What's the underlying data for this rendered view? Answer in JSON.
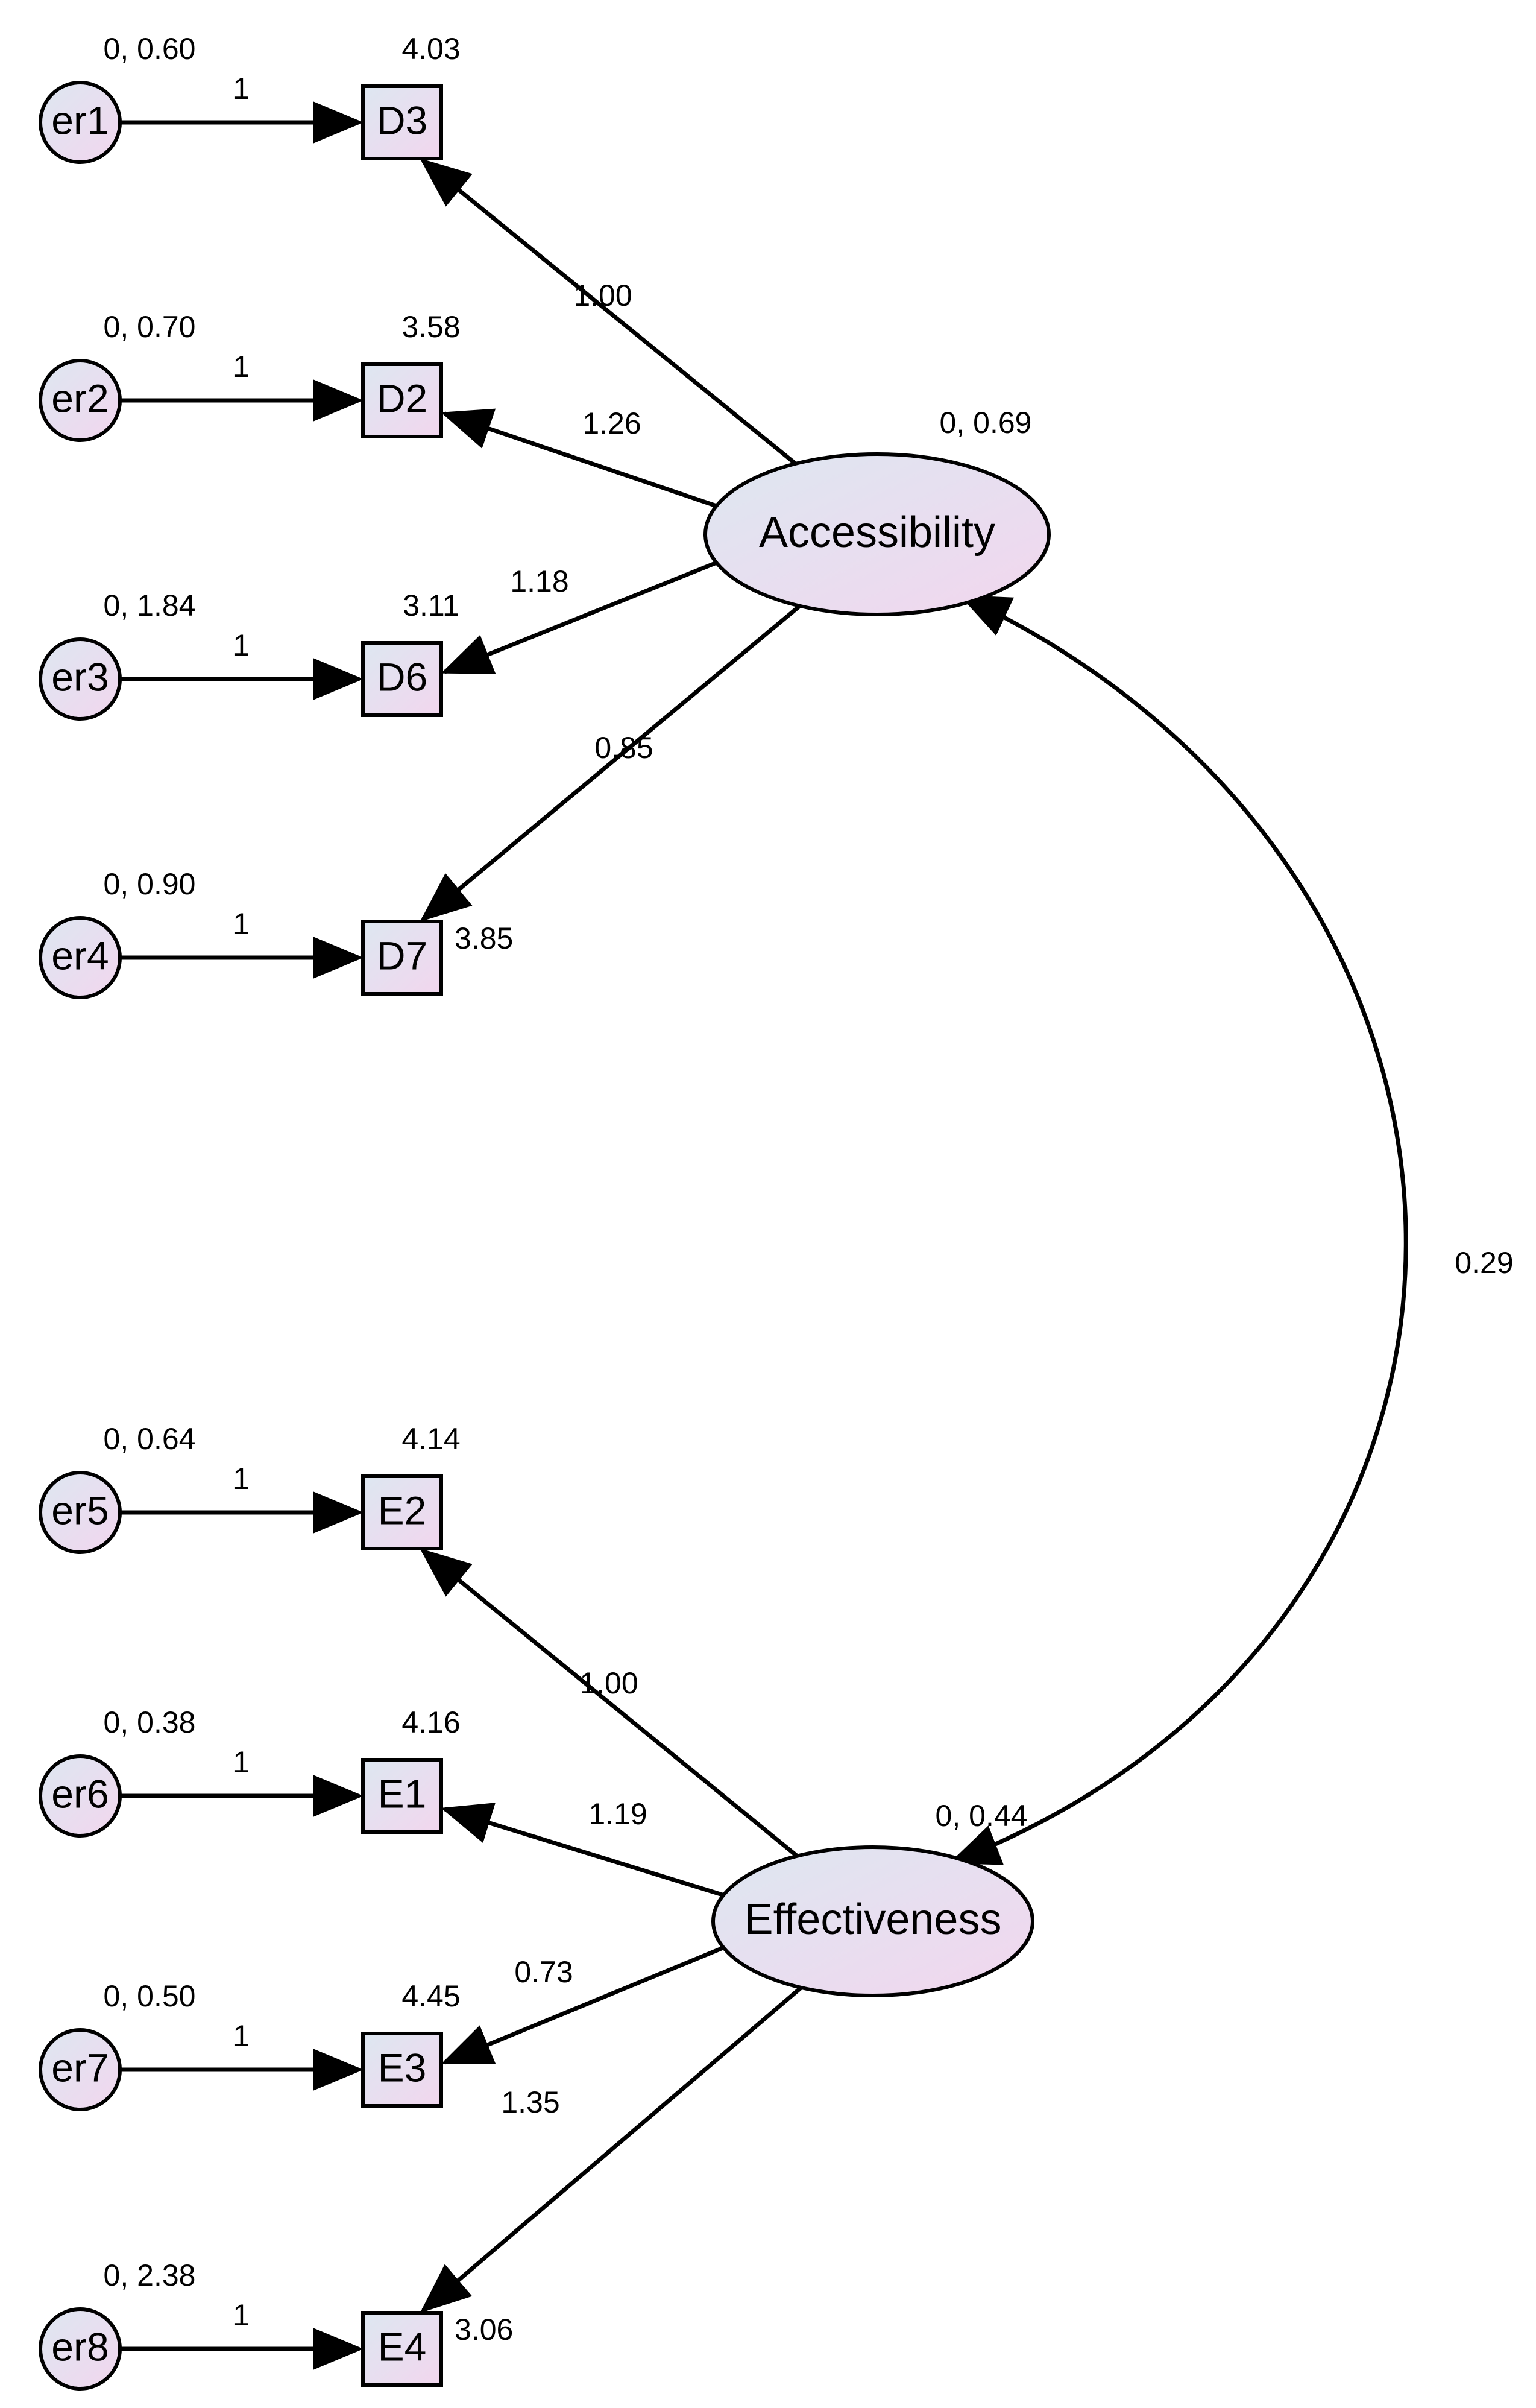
{
  "diagram": {
    "latents": [
      {
        "id": "acc",
        "label": "Accessibility",
        "variance_label": "0, 0.69"
      },
      {
        "id": "eff",
        "label": "Effectiveness",
        "variance_label": "0, 0.44"
      }
    ],
    "indicators": [
      {
        "id": "D3",
        "label": "D3",
        "intercept": "4.03",
        "latent": "acc",
        "loading": "1.00"
      },
      {
        "id": "D2",
        "label": "D2",
        "intercept": "3.58",
        "latent": "acc",
        "loading": "1.26"
      },
      {
        "id": "D6",
        "label": "D6",
        "intercept": "3.11",
        "latent": "acc",
        "loading": "1.18"
      },
      {
        "id": "D7",
        "label": "D7",
        "intercept": "3.85",
        "latent": "acc",
        "loading": "0.85"
      },
      {
        "id": "E2",
        "label": "E2",
        "intercept": "4.14",
        "latent": "eff",
        "loading": "1.00"
      },
      {
        "id": "E1",
        "label": "E1",
        "intercept": "4.16",
        "latent": "eff",
        "loading": "1.19"
      },
      {
        "id": "E3",
        "label": "E3",
        "intercept": "4.45",
        "latent": "eff",
        "loading": "0.73"
      },
      {
        "id": "E4",
        "label": "E4",
        "intercept": "3.06",
        "latent": "eff",
        "loading": "1.35"
      }
    ],
    "errors": [
      {
        "id": "er1",
        "label": "er1",
        "variance_label": "0, 0.60",
        "target": "D3",
        "path_label": "1"
      },
      {
        "id": "er2",
        "label": "er2",
        "variance_label": "0, 0.70",
        "target": "D2",
        "path_label": "1"
      },
      {
        "id": "er3",
        "label": "er3",
        "variance_label": "0, 1.84",
        "target": "D6",
        "path_label": "1"
      },
      {
        "id": "er4",
        "label": "er4",
        "variance_label": "0, 0.90",
        "target": "D7",
        "path_label": "1"
      },
      {
        "id": "er5",
        "label": "er5",
        "variance_label": "0, 0.64",
        "target": "E2",
        "path_label": "1"
      },
      {
        "id": "er6",
        "label": "er6",
        "variance_label": "0, 0.38",
        "target": "E1",
        "path_label": "1"
      },
      {
        "id": "er7",
        "label": "er7",
        "variance_label": "0, 0.50",
        "target": "E3",
        "path_label": "1"
      },
      {
        "id": "er8",
        "label": "er8",
        "variance_label": "0, 2.38",
        "target": "E4",
        "path_label": "1"
      }
    ],
    "covariance": {
      "from": "acc",
      "to": "eff",
      "label": "0.29"
    },
    "colors": {
      "fill_start": "#dde7f1",
      "fill_end": "#f2d6ee",
      "stroke": "#000000"
    }
  }
}
